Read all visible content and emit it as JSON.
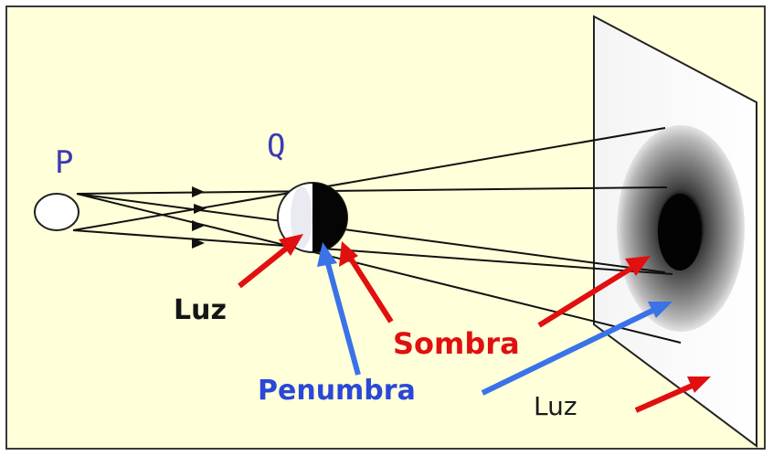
{
  "labels": {
    "source": "P",
    "obstacle": "Q",
    "light_left": "Luz",
    "shadow": "Sombra",
    "penumbra": "Penumbra",
    "light_right": "Luz"
  },
  "colors": {
    "background": "#ffffd9",
    "source_letters": "#3b3bb0",
    "shadow": "#e01010",
    "penumbra": "#2a48d8",
    "light": "#151515"
  }
}
